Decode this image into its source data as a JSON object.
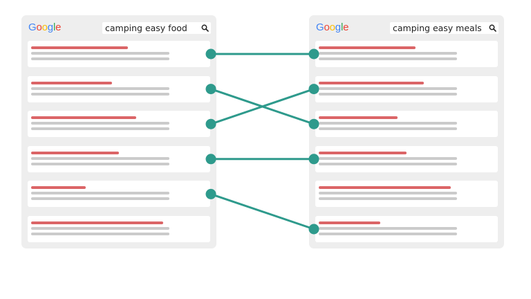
{
  "left": {
    "logo": "Google",
    "query": "camping easy food",
    "results": [
      0.55,
      0.46,
      0.6,
      0.5,
      0.31,
      0.75
    ]
  },
  "right": {
    "logo": "Google",
    "query": "camping easy meals",
    "results": [
      0.55,
      0.6,
      0.45,
      0.5,
      0.75,
      0.35
    ]
  },
  "links": [
    [
      0,
      0
    ],
    [
      1,
      2
    ],
    [
      2,
      1
    ],
    [
      3,
      3
    ],
    [
      4,
      5
    ]
  ],
  "colors": {
    "link": "#2e9a8c",
    "title_bar": "#db6567",
    "snippet_bar": "#cbcbcb",
    "panel": "#eeeeee"
  },
  "logo_colors": [
    "#4285F4",
    "#EA4335",
    "#FBBC05",
    "#4285F4",
    "#34A853",
    "#EA4335"
  ]
}
